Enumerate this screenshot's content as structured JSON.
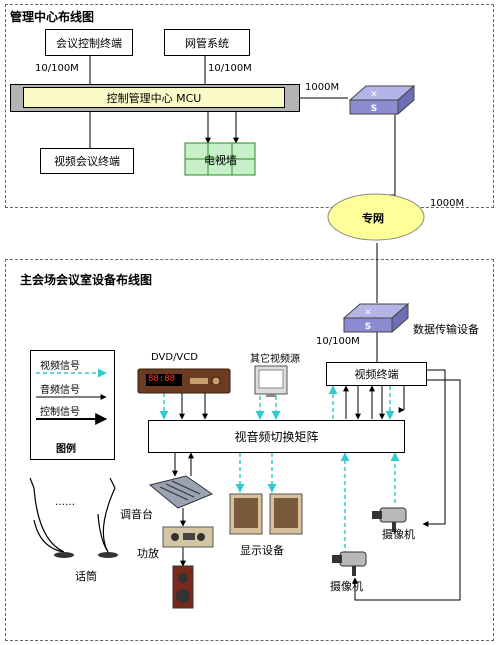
{
  "top": {
    "title": "管理中心布线图",
    "conf_terminal": "会议控制终端",
    "netmgmt": "网管系统",
    "speed_left": "10/100M",
    "speed_right": "10/100M",
    "mcu": "控制管理中心 MCU",
    "mcu_uplink": "1000M",
    "video_terminal": "视频会议终端",
    "tv_wall": "电视墙",
    "wan_speed": "1000M"
  },
  "wan": {
    "label": "专网"
  },
  "main": {
    "title": "主会场会议室设备布线图",
    "data_device": "数据传输设备",
    "speed": "10/100M",
    "dvd": "DVD/VCD",
    "dvd_display": "88:88",
    "other_video": "其它视频源",
    "video_terminal": "视频终端",
    "matrix": "视音频切换矩阵",
    "mixer": "调音台",
    "amplifier": "功放",
    "display_devices": "显示设备",
    "camera_right": "摄像机",
    "camera_bottom": "摄像机",
    "microphone": "话筒",
    "dots": "……"
  },
  "legend": {
    "video": "视频信号",
    "audio": "音频信号",
    "control": "控制信号",
    "caption": "图例"
  },
  "colors": {
    "mcu_fill": "#fafac8",
    "video_line": "#33cccc",
    "switch_fill": "#8c8cd2",
    "wan_fill": "#ffff99",
    "tv_cell": "#c8f0c8"
  }
}
